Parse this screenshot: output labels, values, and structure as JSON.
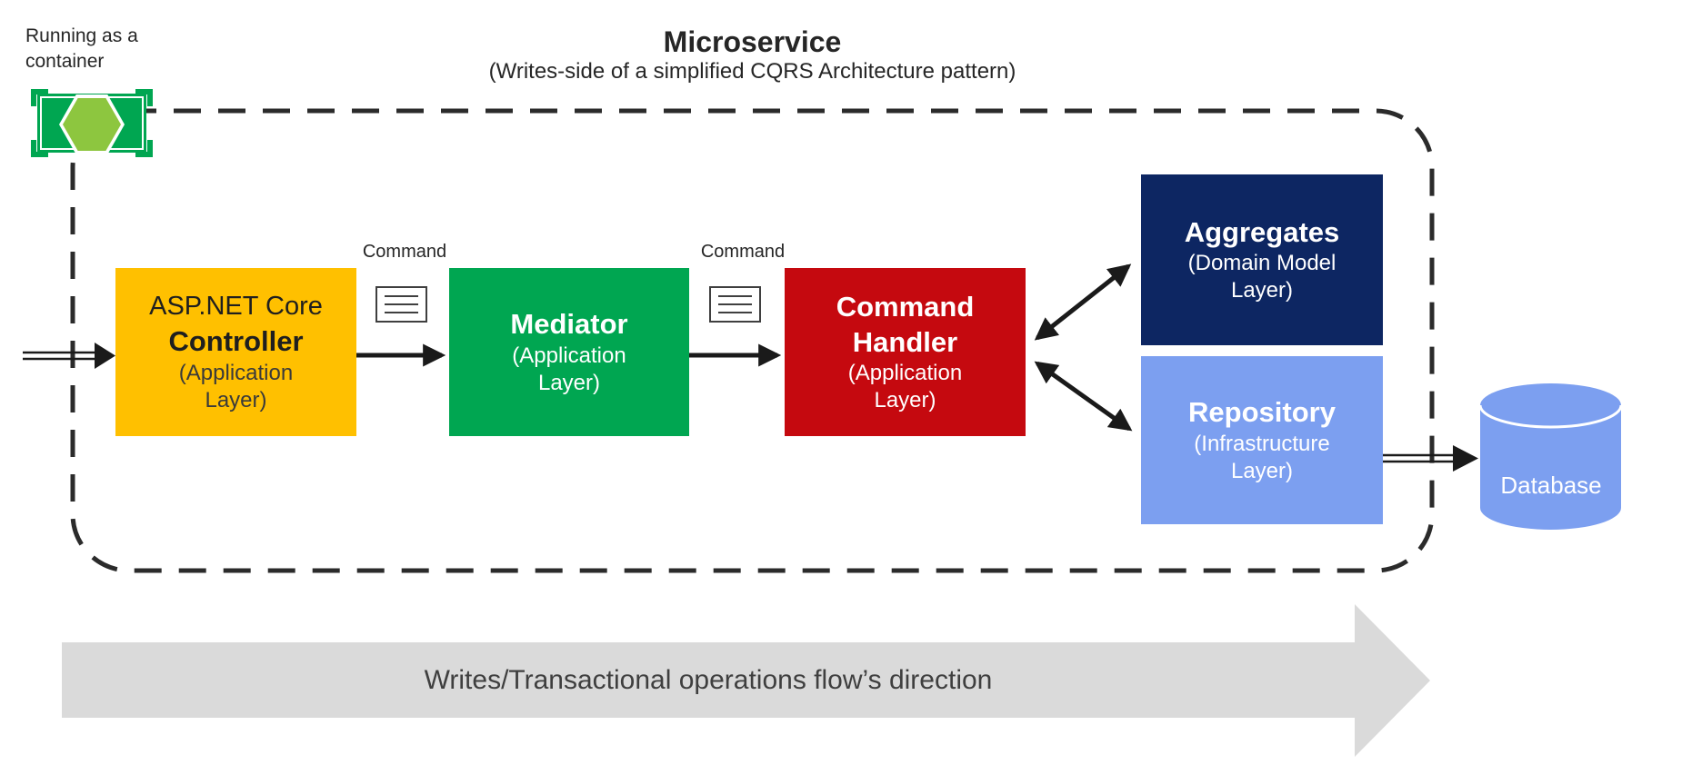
{
  "annotation": {
    "container_note": "Running as a container"
  },
  "header": {
    "title": "Microservice",
    "subtitle": "(Writes-side of a simplified CQRS Architecture pattern)"
  },
  "boxes": {
    "controller": {
      "pretitle": "ASP.NET Core",
      "title": "Controller",
      "subtitle": "(Application Layer)",
      "color": "#FFC000"
    },
    "mediator": {
      "title": "Mediator",
      "subtitle": "(Application Layer)",
      "color": "#00A651"
    },
    "command_handler": {
      "title": "Command Handler",
      "subtitle": "(Application Layer)",
      "color": "#C5090F"
    },
    "aggregates": {
      "title": "Aggregates",
      "subtitle": "(Domain Model Layer)",
      "color": "#0D2662"
    },
    "repository": {
      "title": "Repository",
      "subtitle": "(Infrastructure Layer)",
      "color": "#7C9FF0"
    }
  },
  "message_labels": {
    "command_1": "Command",
    "command_2": "Command"
  },
  "database": {
    "label": "Database",
    "color": "#7C9FF0"
  },
  "flow_arrow": {
    "label": "Writes/Transactional operations flow’s direction",
    "fill": "#DADADA",
    "text_color": "#3F3F3F"
  },
  "container_icon": {
    "frame_color": "#00A651",
    "hex_color": "#8DC63F"
  },
  "boundary": {
    "stroke": "#2B2B2B"
  }
}
